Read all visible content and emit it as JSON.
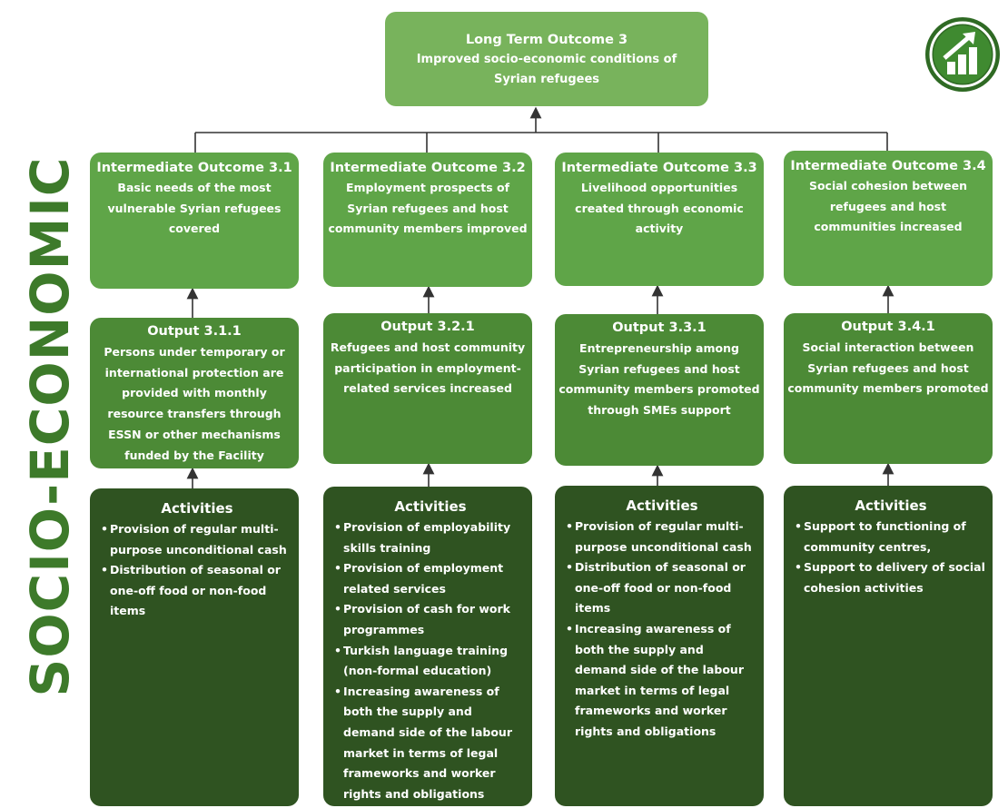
{
  "side_title": "SOCIO-ECONOMIC",
  "long_term": {
    "heading": "Long Term Outcome 3",
    "text": "Improved socio-economic conditions of Syrian refugees"
  },
  "columns": [
    {
      "intermediate": {
        "heading": "Intermediate Outcome 3.1",
        "text": "Basic needs of the most vulnerable Syrian refugees covered"
      },
      "output": {
        "heading": "Output 3.1.1",
        "text": "Persons under temporary or international protection are provided with monthly resource transfers through ESSN or other mechanisms funded by the Facility"
      },
      "activities": {
        "heading": "Activities",
        "items": [
          "Provision of regular multi-purpose unconditional cash",
          "Distribution of seasonal or one-off food or non-food items"
        ]
      }
    },
    {
      "intermediate": {
        "heading": "Intermediate Outcome 3.2",
        "text": "Employment prospects of Syrian refugees and host community members improved"
      },
      "output": {
        "heading": "Output 3.2.1",
        "text": "Refugees and host community participation in employment-related services increased"
      },
      "activities": {
        "heading": "Activities",
        "items": [
          "Provision of employability skills training",
          "Provision of employment related services",
          "Provision of cash for work programmes",
          "Turkish language training (non-formal education)",
          "Increasing awareness of both the supply and demand side of the labour market in terms of legal frameworks and worker rights and obligations"
        ]
      }
    },
    {
      "intermediate": {
        "heading": "Intermediate Outcome 3.3",
        "text": "Livelihood opportunities created through economic activity"
      },
      "output": {
        "heading": "Output 3.3.1",
        "text": "Entrepreneurship among Syrian refugees and host community members promoted through SMEs support"
      },
      "activities": {
        "heading": "Activities",
        "items": [
          "Provision of regular multi-purpose unconditional cash",
          "Distribution of seasonal or one-off food or non-food items",
          "Increasing awareness of both the supply and demand side of the labour market in terms of legal frameworks and worker rights and obligations"
        ]
      }
    },
    {
      "intermediate": {
        "heading": "Intermediate Outcome 3.4",
        "text": "Social cohesion between refugees and host communities increased"
      },
      "output": {
        "heading": "Output 3.4.1",
        "text": "Social interaction between Syrian refugees and host community members promoted"
      },
      "activities": {
        "heading": "Activities",
        "items": [
          "Support to functioning of community centres,",
          "Support to delivery of social cohesion activities"
        ]
      }
    }
  ],
  "colors": {
    "long_term": "#78b35c",
    "intermediate": "#5fa548",
    "output": "#4c8a36",
    "activities": "#2f5321",
    "side_title": "#3d7a2a"
  },
  "logo_icon": "growth-chart-arrow-icon"
}
